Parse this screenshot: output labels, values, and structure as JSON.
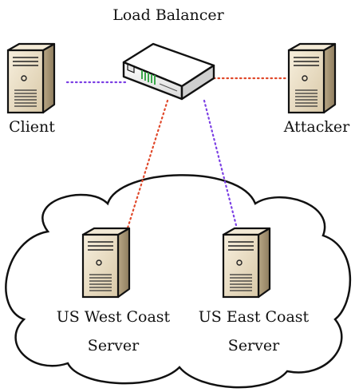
{
  "nodes": {
    "load_balancer": {
      "label": "Load Balancer"
    },
    "client": {
      "label": "Client"
    },
    "attacker": {
      "label": "Attacker"
    },
    "west_server": {
      "label_line1": "US West Coast",
      "label_line2": "Server"
    },
    "east_server": {
      "label_line1": "US East Coast",
      "label_line2": "Server"
    }
  },
  "links": [
    {
      "from": "client",
      "to": "load_balancer",
      "style": "dotted",
      "color": "#7b3fe4"
    },
    {
      "from": "attacker",
      "to": "load_balancer",
      "style": "dotted",
      "color": "#e0482a"
    },
    {
      "from": "load_balancer",
      "to": "west_server",
      "style": "dotted",
      "color": "#e0482a"
    },
    {
      "from": "load_balancer",
      "to": "east_server",
      "style": "dotted",
      "color": "#7b3fe4"
    }
  ],
  "colors": {
    "server_front": "#ece0c8",
    "server_side": "#bfae8e",
    "server_top": "#f6efdf",
    "router_body": "#f4f4f4",
    "router_led": "#3aa84a",
    "cloud_fill": "#ffffff",
    "outline": "#111111"
  },
  "icons": [
    "server-tower-icon",
    "router-icon",
    "cloud-shape"
  ]
}
